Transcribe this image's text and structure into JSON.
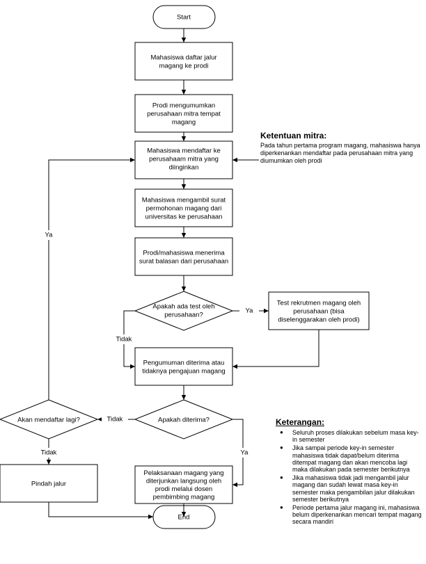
{
  "flowchart": {
    "start": "Start",
    "end": "End",
    "steps": [
      [
        "Mahasiswa daftar jalur",
        "magang ke prodi"
      ],
      [
        "Prodi mengumumkan",
        "perusahaan mitra tempat",
        "magang"
      ],
      [
        "Mahasiswa mendaftar ke",
        "perusahaam mitra yang",
        "diinginkan"
      ],
      [
        "Mahasiswa mengambil surat",
        "permohonan magang dari",
        "universitas ke perusahaan"
      ],
      [
        "Prodi/mahasiswa menerima",
        "surat balasan dari perusahaan"
      ],
      [
        "Test rekrutmen magang oleh",
        "perusahaan (bisa",
        "diselenggarakan oleh prodi)"
      ],
      [
        "Pengumuman diterima atau",
        "tidaknya pengajuan magang"
      ],
      [
        "Pindah jalur"
      ],
      [
        "Pelaksanaan magang yang",
        "diterjunkan langsung oleh",
        "prodi melalui dosen",
        "pembimbing magang"
      ]
    ],
    "decisions": [
      [
        "Apakah ada test oleh",
        "perusahaan?"
      ],
      [
        "Apakah diterima?"
      ],
      [
        "Akan mendaftar lagi?"
      ]
    ],
    "edge_labels": {
      "test_yes": "Ya",
      "test_no": "Tidak",
      "accepted_no": "Tidak",
      "accepted_yes": "Ya",
      "again_no": "Tidak",
      "again_yes": "Ya"
    }
  },
  "ketentuan_mitra": {
    "title": "Ketentuan mitra:",
    "text": "Pada tahun pertama program magang, mahasiswa hanya diperkenankan mendaftar pada perusahaan mitra yang diumumkan oleh prodi"
  },
  "keterangan": {
    "title": "Keterangan:",
    "items": [
      "Seluruh proses dilakukan sebelum masa key-in semester",
      "Jika sampai periode key-in semester mahasiswa tidak dapat/belum diterima ditempat magang dan akan mencoba lagi maka dilakukan pada semester berikutnya",
      "Jika mahasiswa tidak jadi mengambil jalur magang dan sudah lewat masa key-in semester maka pengambilan jalur dilakukan semester berikutnya",
      "Periode pertama jalur magang ini, mahasiswa belum diperkenankan mencari tempat magang secara mandiri"
    ]
  }
}
